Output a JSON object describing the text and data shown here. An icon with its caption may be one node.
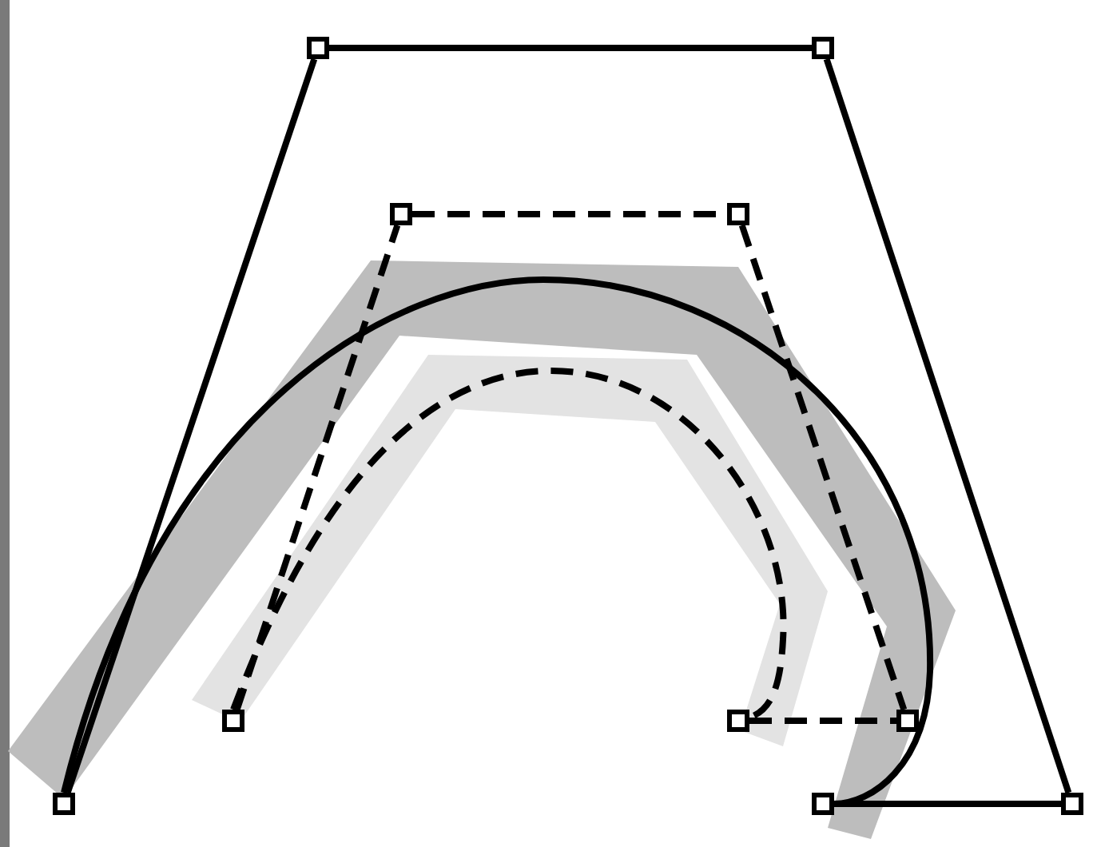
{
  "diagram": {
    "nodes": [
      {
        "text": [],
        "shape": "box"
      },
      {
        "text": [],
        "shape": "box"
      },
      {
        "text": [],
        "shape": "box"
      },
      {
        "text": [],
        "shape": "box"
      },
      {
        "text": [],
        "shape": "box"
      },
      {
        "text": [],
        "shape": "box"
      },
      {
        "text": [],
        "shape": "box"
      },
      {
        "text": [],
        "shape": "box"
      },
      {
        "text": [],
        "shape": "box"
      },
      {
        "text": [],
        "shape": "box"
      }
    ],
    "edges": [
      {
        "from": 7,
        "to": 0,
        "arrow": "none"
      },
      {
        "from": 0,
        "to": 1,
        "arrow": "none"
      },
      {
        "from": 1,
        "to": 9,
        "arrow": "none"
      },
      {
        "from": 8,
        "to": 9,
        "arrow": "none"
      },
      {
        "from": 4,
        "to": 2,
        "arrow": "none",
        "style": "dashed"
      },
      {
        "from": 2,
        "to": 3,
        "arrow": "none",
        "style": "dashed"
      },
      {
        "from": 3,
        "to": 6,
        "arrow": "none",
        "style": "dashed"
      },
      {
        "from": 5,
        "to": 6,
        "arrow": "none",
        "style": "dashed"
      },
      {
        "from": 7,
        "to": 8,
        "arrow": "none"
      },
      {
        "from": 4,
        "to": 5,
        "arrow": "none",
        "style": "dashed"
      }
    ]
  }
}
